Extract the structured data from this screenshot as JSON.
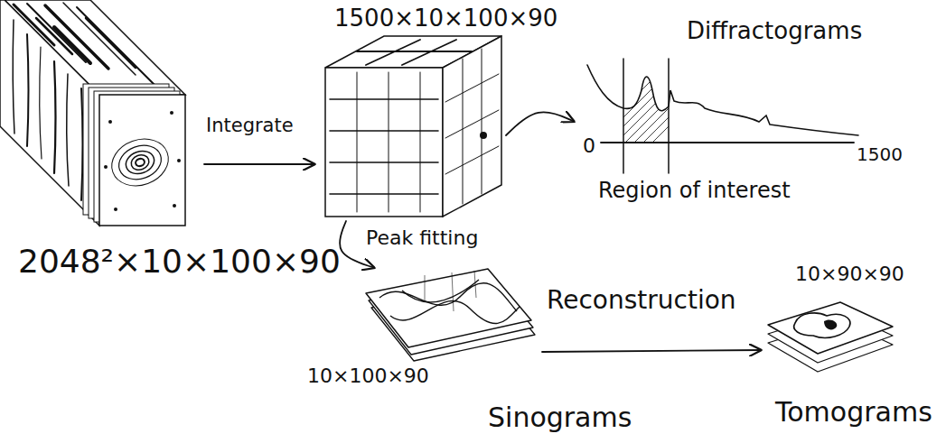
{
  "diagram": {
    "nodes": [
      {
        "text": [
          "2048²×10×100×90"
        ]
      },
      {
        "text": [
          "1500×10×100×90"
        ]
      },
      {
        "text": [
          "Diffractograms"
        ]
      },
      {
        "text": [
          "10×100×90",
          "Sinograms"
        ]
      },
      {
        "text": [
          "10×90×90",
          "Tomograms"
        ]
      }
    ],
    "edges": [
      {
        "from": 0,
        "to": 1,
        "arrow": "to",
        "label": "Integrate"
      },
      {
        "from": 1,
        "to": 2,
        "arrow": "to"
      },
      {
        "from": 1,
        "to": 3,
        "arrow": "to",
        "label": "Peak fitting"
      },
      {
        "from": 3,
        "to": 4,
        "arrow": "to",
        "label": "Reconstruction"
      }
    ],
    "labels": [
      "0",
      "1500",
      "Region of interest"
    ]
  }
}
